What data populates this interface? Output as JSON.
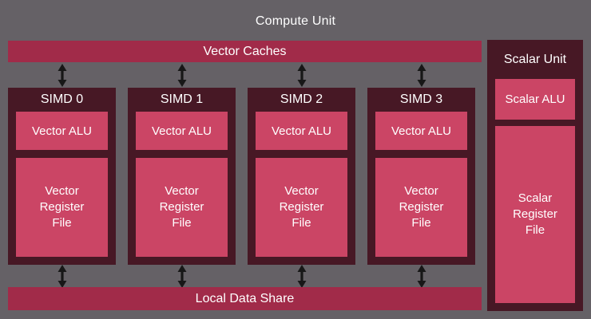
{
  "diagram": {
    "title": "Compute Unit",
    "vector_caches_label": "Vector Caches",
    "local_data_share_label": "Local Data Share",
    "simd_units": [
      {
        "label": "SIMD 0",
        "alu_label": "Vector ALU",
        "register_file_label": "Vector\nRegister\nFile"
      },
      {
        "label": "SIMD 1",
        "alu_label": "Vector ALU",
        "register_file_label": "Vector\nRegister\nFile"
      },
      {
        "label": "SIMD 2",
        "alu_label": "Vector ALU",
        "register_file_label": "Vector\nRegister\nFile"
      },
      {
        "label": "SIMD 3",
        "alu_label": "Vector ALU",
        "register_file_label": "Vector\nRegister\nFile"
      }
    ],
    "scalar_unit": {
      "label": "Scalar Unit",
      "alu_label": "Scalar ALU",
      "register_file_label": "Scalar\nRegister\nFile"
    },
    "colors": {
      "background": "#656166",
      "bus_bar": "#a12b49",
      "unit_block": "#471825",
      "inner_box": "#cb4565",
      "text": "#ffffff",
      "arrow": "#171717"
    }
  }
}
